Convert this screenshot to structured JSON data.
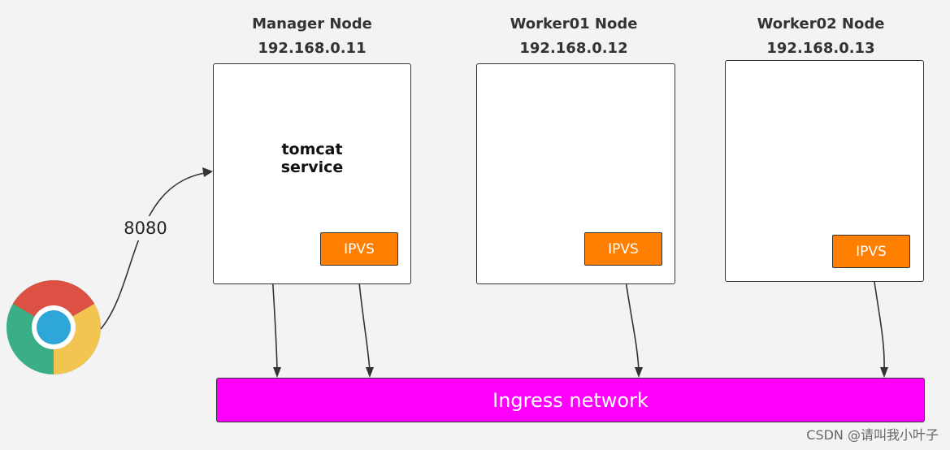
{
  "nodes": [
    {
      "name": "Manager Node",
      "ip": "192.168.0.11",
      "ipvs_label": "IPVS"
    },
    {
      "name": "Worker01 Node",
      "ip": "192.168.0.12",
      "ipvs_label": "IPVS"
    },
    {
      "name": "Worker02 Node",
      "ip": "192.168.0.13",
      "ipvs_label": "IPVS"
    }
  ],
  "service": {
    "label": "tomcat service"
  },
  "port": {
    "label": "8080"
  },
  "ingress": {
    "label": "Ingress network"
  },
  "browser": {
    "icon": "chrome-browser-icon"
  },
  "watermark": {
    "text": "CSDN @请叫我小叶子"
  },
  "colors": {
    "ipvs": "#ff7f00",
    "ingress": "#ff00ff",
    "background": "#f3f3f3",
    "box_border": "#333333"
  }
}
